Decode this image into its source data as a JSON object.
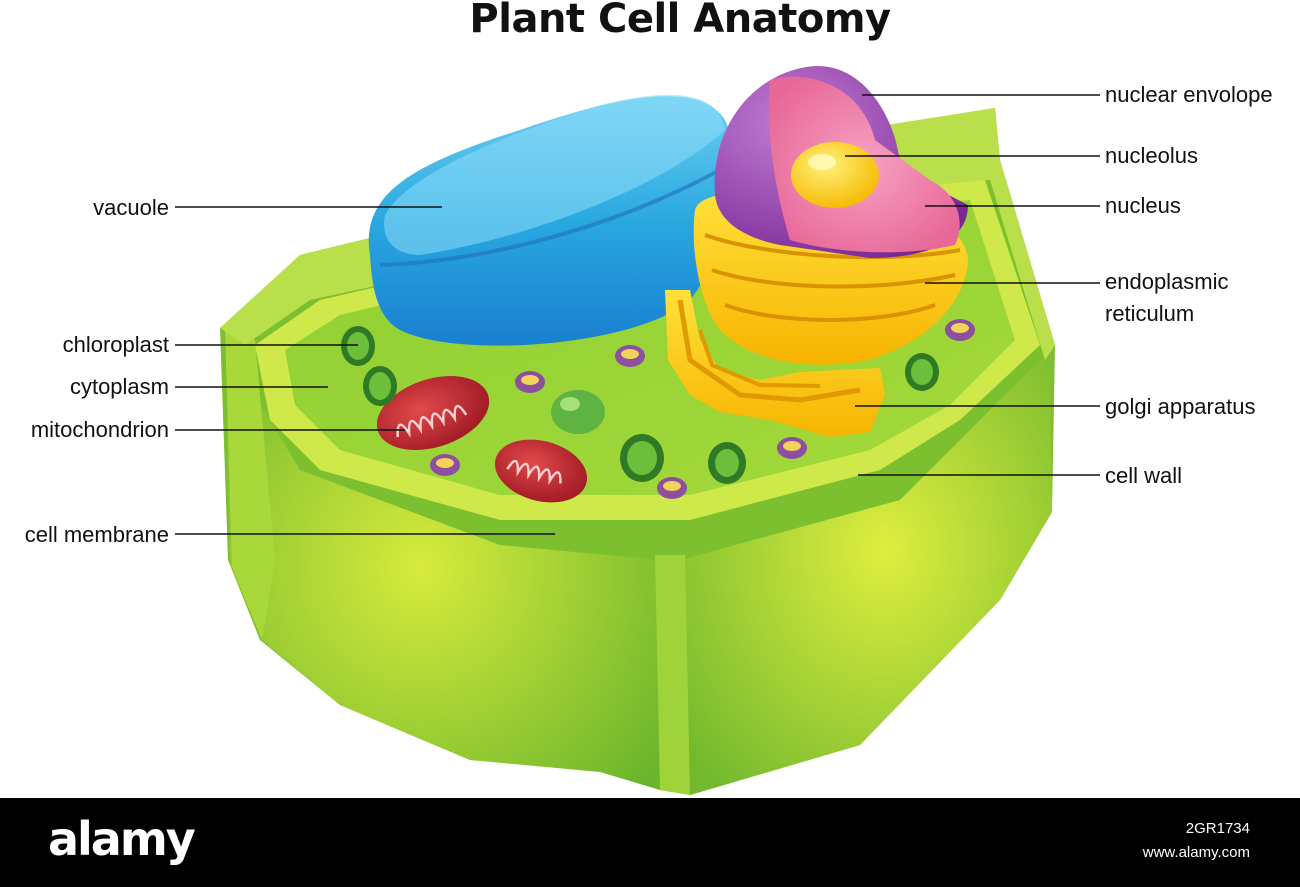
{
  "title": "Plant Cell Anatomy",
  "labels": {
    "nuclear_envelope": "nuclear envolope",
    "nucleolus": "nucleolus",
    "nucleus": "nucleus",
    "endoplasmic_1": "endoplasmic",
    "endoplasmic_2": "reticulum",
    "golgi": "golgi apparatus",
    "cell_wall": "cell wall",
    "vacuole": "vacuole",
    "chloroplast": "chloroplast",
    "cytoplasm": "cytoplasm",
    "mitochondrion": "mitochondrion",
    "cell_membrane": "cell membrane"
  },
  "watermark": {
    "brand": "alamy",
    "image_id": "2GR1734",
    "site": "www.alamy.com"
  },
  "colors": {
    "cell_wall": "#8cc63f",
    "cytoplasm": "#a6d63a",
    "vacuole": "#29a8e0",
    "nucleus": "#9b3fb0",
    "nucleus_inner": "#f07aa8",
    "nucleolus": "#ffd400",
    "er": "#ffcc00",
    "mitochondrion": "#c8202e",
    "chloroplast": "#3d8b2c",
    "vesicle": "#8e4fa0"
  }
}
